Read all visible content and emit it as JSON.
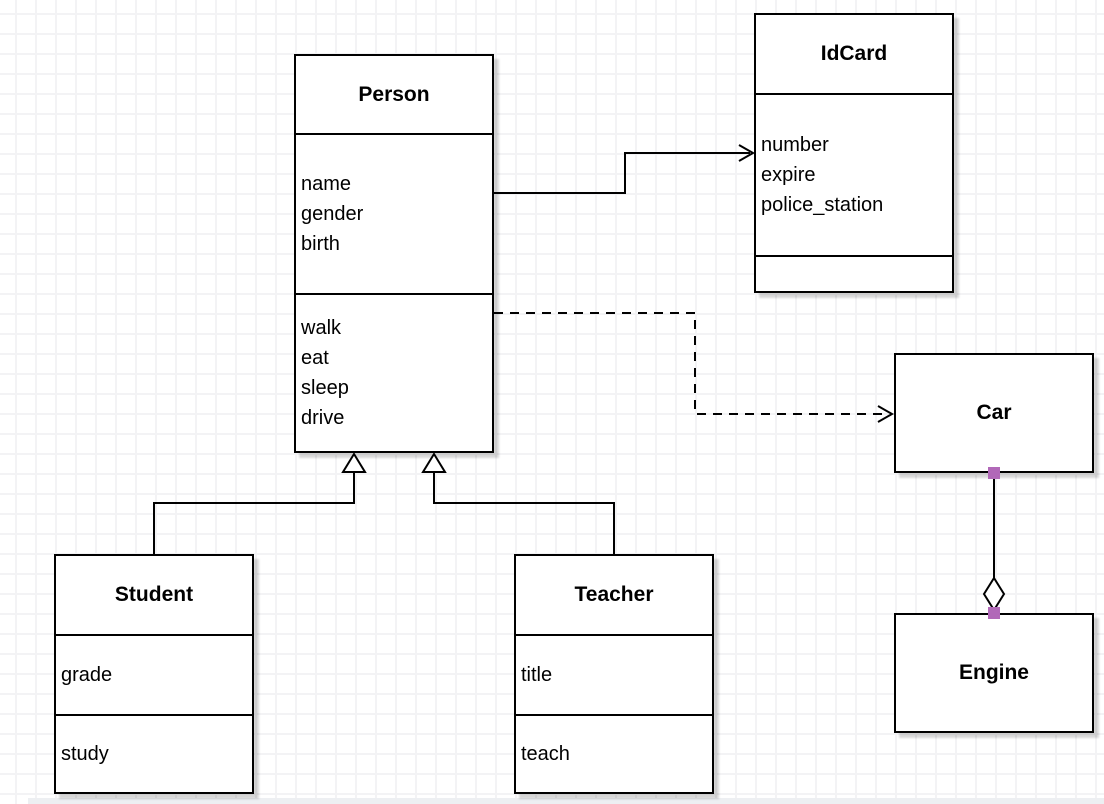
{
  "diagram": {
    "kind": "uml-class-diagram",
    "classes": [
      {
        "name": "Person",
        "attributes": [
          "name",
          "gender",
          "birth"
        ],
        "methods": [
          "walk",
          "eat",
          "sleep",
          "drive"
        ]
      },
      {
        "name": "IdCard",
        "attributes": [
          "number",
          "expire",
          "police_station"
        ],
        "methods": []
      },
      {
        "name": "Car",
        "attributes": [],
        "methods": []
      },
      {
        "name": "Engine",
        "attributes": [],
        "methods": []
      },
      {
        "name": "Student",
        "attributes": [
          "grade"
        ],
        "methods": [
          "study"
        ]
      },
      {
        "name": "Teacher",
        "attributes": [
          "title"
        ],
        "methods": [
          "teach"
        ]
      }
    ],
    "relationships": [
      {
        "from": "Person",
        "to": "IdCard",
        "type": "association",
        "line": "solid",
        "arrow": "open-arrow"
      },
      {
        "from": "Person",
        "to": "Car",
        "type": "dependency",
        "line": "dashed",
        "arrow": "open-arrow"
      },
      {
        "from": "Student",
        "to": "Person",
        "type": "generalization",
        "line": "solid",
        "arrow": "hollow-triangle"
      },
      {
        "from": "Teacher",
        "to": "Person",
        "type": "generalization",
        "line": "solid",
        "arrow": "hollow-triangle"
      },
      {
        "from": "Car",
        "to": "Engine",
        "type": "aggregation",
        "line": "solid",
        "arrow": "hollow-diamond"
      }
    ],
    "colors": {
      "box_fill": "#ffffff",
      "box_border": "#000000",
      "text": "#000000",
      "grid_line": "#f3f3f5",
      "connection_handle": "#b168b8"
    }
  }
}
